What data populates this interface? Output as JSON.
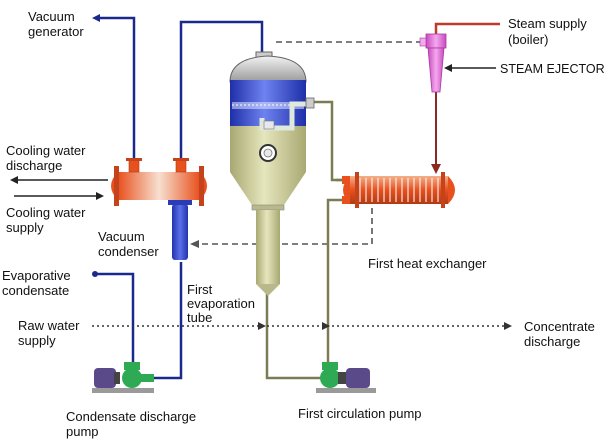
{
  "labels": {
    "vacuum_generator": [
      "Vacuum",
      "generator"
    ],
    "steam_supply": [
      "Steam supply",
      "(boiler)"
    ],
    "steam_ejector": "STEAM EJECTOR",
    "cooling_water_discharge": [
      "Cooling water",
      "discharge"
    ],
    "cooling_water_supply": [
      "Cooling water",
      "supply"
    ],
    "vacuum_condenser": [
      "Vacuum",
      "condenser"
    ],
    "evaporative_condensate": [
      "Evaporative",
      "condensate"
    ],
    "first_evaporation_tube": [
      "First",
      "evaporation",
      "tube"
    ],
    "first_heat_exchanger": "First heat exchanger",
    "raw_water_supply": [
      "Raw water",
      "supply"
    ],
    "concentrate_discharge": [
      "Concentrate",
      "discharge"
    ],
    "condensate_discharge_pump": [
      "Condensate discharge",
      "pump"
    ],
    "first_circulation_pump": "First circulation pump"
  },
  "colors": {
    "vacuum_line": "#1a2a8c",
    "steam_line": "#c0392b",
    "vessel_blue": "#3b52d6",
    "vessel_khaki": "#cfcf9a",
    "ejector_pink": "#e06ad6",
    "heater_orange": "#e8501e",
    "pump_green": "#2faa54",
    "motor_purple": "#5a4a8a"
  },
  "icons": {
    "vessel": "evaporator-vessel-icon",
    "ejector": "steam-ejector-icon",
    "condenser": "shell-and-tube-condenser-icon",
    "heat_exchanger": "shell-and-tube-heat-exchanger-icon",
    "pump": "centrifugal-pump-icon"
  }
}
